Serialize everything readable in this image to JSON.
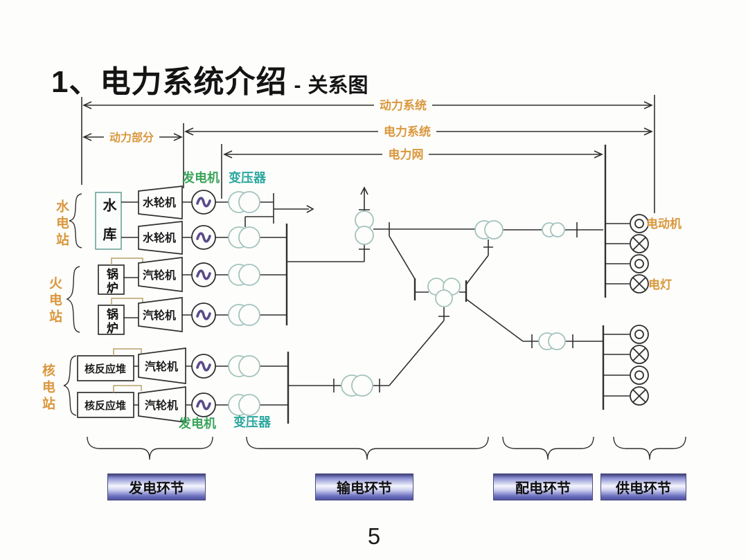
{
  "title": {
    "prefix": "1、",
    "main": "电力系统介绍",
    "separator": "-",
    "suffix": "关系图"
  },
  "span_labels": {
    "power_system": "动力系统",
    "power_part": "动力部分",
    "electric_power_system": "电力系统",
    "electric_grid": "电力网"
  },
  "stations": {
    "hydro": "水电站",
    "thermal": "火电站",
    "nuclear": "核电站"
  },
  "equipment": {
    "reservoir": "水库",
    "water_turbine": "水轮机",
    "boiler": "锅炉",
    "steam_turbine": "汽轮机",
    "reactor": "核反应堆",
    "generator": "发电机",
    "transformer": "变压器",
    "motor": "电动机",
    "lamp": "电灯"
  },
  "stages": {
    "generation": "发电环节",
    "transmission": "输电环节",
    "distribution": "配电环节",
    "supply": "供电环节"
  },
  "page_number": "5",
  "colors": {
    "label_orange": "#d9973c",
    "generator_green": "#3aa45a",
    "transformer_teal": "#2aa79e",
    "line_dark": "#2f2f2f",
    "transformer_stroke": "#a3c3bc",
    "generator_tilde": "#5b4a8a",
    "stage_button_blue": "#5a5aa8"
  }
}
